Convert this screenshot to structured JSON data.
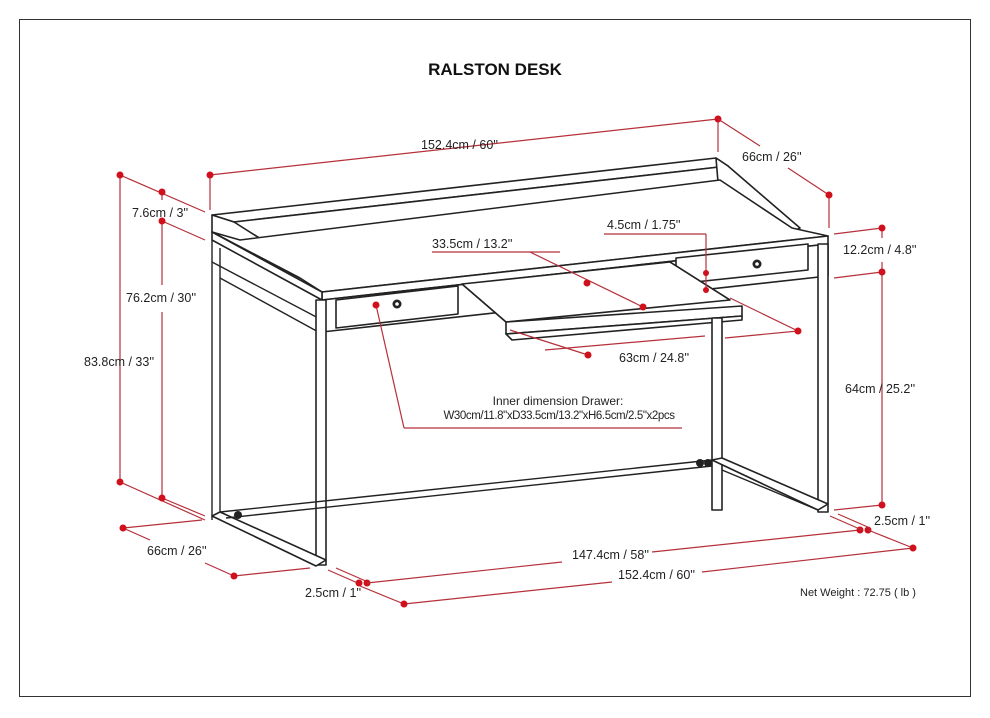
{
  "title": "RALSTON DESK",
  "dimensions": {
    "overall_width_top": "152.4cm / 60''",
    "depth_top": "66cm / 26''",
    "riser_height": "7.6cm / 3''",
    "desk_height": "76.2cm / 30''",
    "overall_height": "83.8cm / 33''",
    "drawer_depth": "33.5cm / 13.2''",
    "drawer_front_height": "4.5cm / 1.75''",
    "apron_height": "12.2cm / 4.8''",
    "keyboard_tray_width": "63cm / 24.8''",
    "leg_clearance": "64cm / 25.2''",
    "leg_thickness_right": "2.5cm / 1''",
    "base_depth": "66cm / 26''",
    "leg_thickness_left": "2.5cm / 1''",
    "inner_width": "147.4cm / 58''",
    "overall_width_bottom": "152.4cm / 60''"
  },
  "inner_drawer": {
    "heading": "Inner dimension Drawer:",
    "detail": "W30cm/11.8\"xD33.5cm/13.2\"xH6.5cm/2.5\"x2pcs"
  },
  "net_weight": "Net Weight : 72.75 ( lb )",
  "colors": {
    "dimension_line": "#b5303a",
    "dimension_dot": "#d0101c",
    "outline": "#222222"
  }
}
